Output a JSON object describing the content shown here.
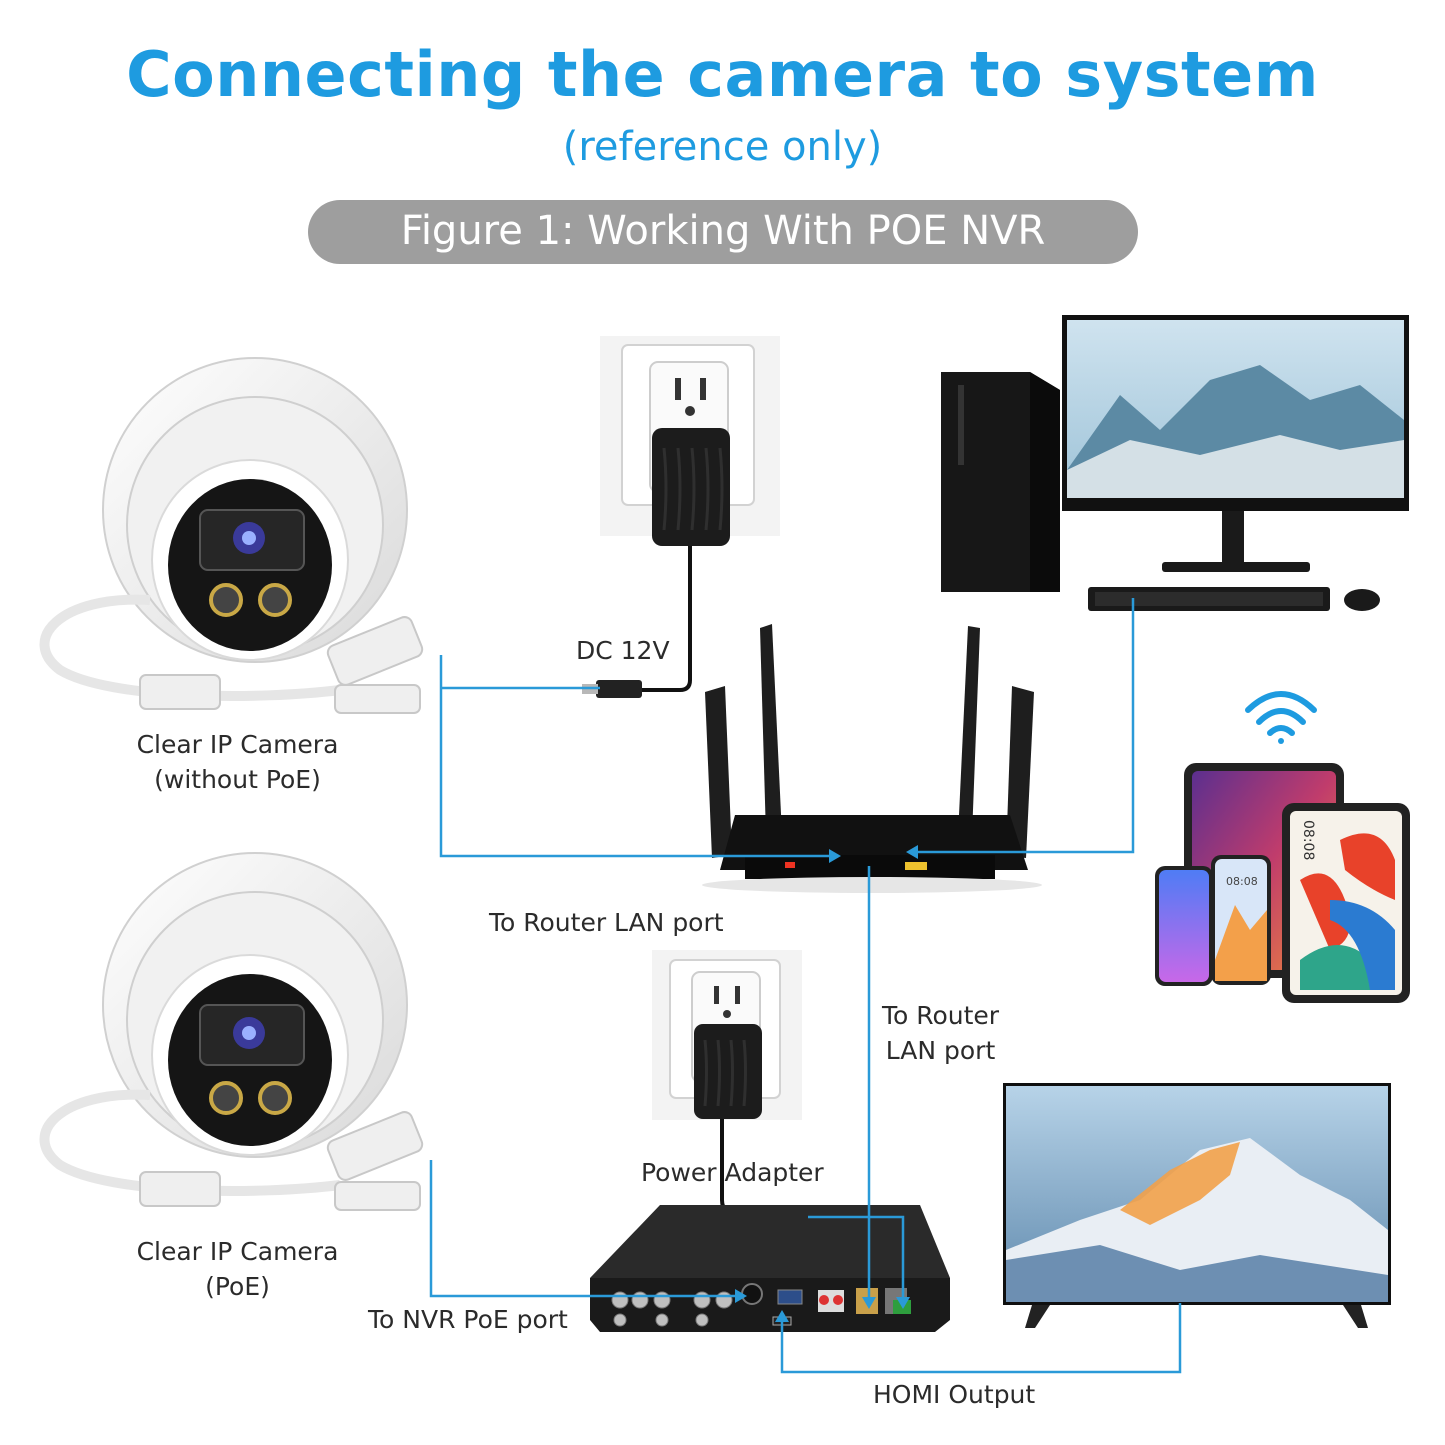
{
  "title": "Connecting the camera to system",
  "subtitle": "(reference only)",
  "figure_label": "Figure 1: Working With POE NVR",
  "labels": {
    "dc12v": "DC 12V",
    "camera1_line1": "Clear IP Camera",
    "camera1_line2": "(without PoE)",
    "to_router_lan_left": "To Router LAN port",
    "to_router_lan_right_line1": "To Router",
    "to_router_lan_right_line2": "LAN port",
    "power_adapter": "Power Adapter",
    "camera2_line1": "Clear IP Camera",
    "camera2_line2": "(PoE)",
    "to_nvr_poe": "To NVR PoE port",
    "hdmi_output": "HOMI Output"
  },
  "screens": {
    "tablet_clock": "08:08",
    "phone_clock": "08:08"
  },
  "icons": [
    "dome-camera-icon",
    "wall-outlet-icon",
    "power-adapter-icon",
    "router-icon",
    "desktop-pc-icon",
    "monitor-icon",
    "keyboard-icon",
    "mouse-icon",
    "wifi-icon",
    "tablet-icon",
    "phone-icon",
    "nvr-recorder-icon",
    "tv-icon"
  ],
  "colors": {
    "accent": "#1e9be0",
    "wire": "#2a9ad8",
    "pill": "#9e9e9e"
  }
}
